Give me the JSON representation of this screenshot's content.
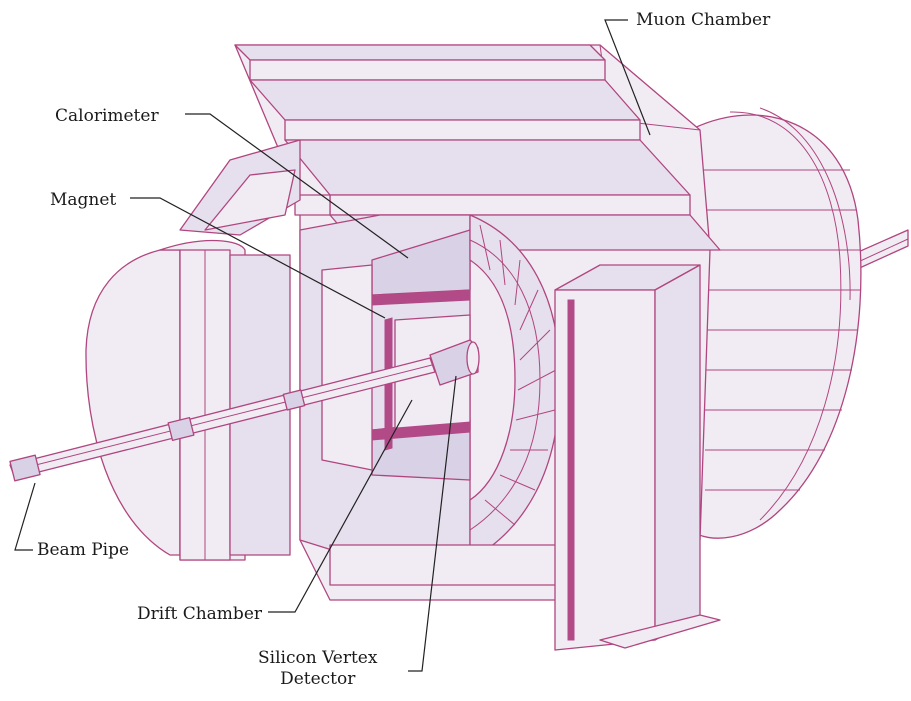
{
  "labels": {
    "muon_chamber": "Muon Chamber",
    "calorimeter": "Calorimeter",
    "magnet": "Magnet",
    "beam_pipe": "Beam Pipe",
    "drift_chamber": "Drift Chamber",
    "silicon_vertex_line1": "Silicon Vertex",
    "silicon_vertex_line2": "Detector"
  },
  "colors": {
    "outline": "#b0467f",
    "fill_light": "#f1ecf4",
    "fill_mid": "#e6dfee",
    "fill_dark": "#d9d1e6",
    "band": "#b14a86",
    "leader": "#222222"
  }
}
